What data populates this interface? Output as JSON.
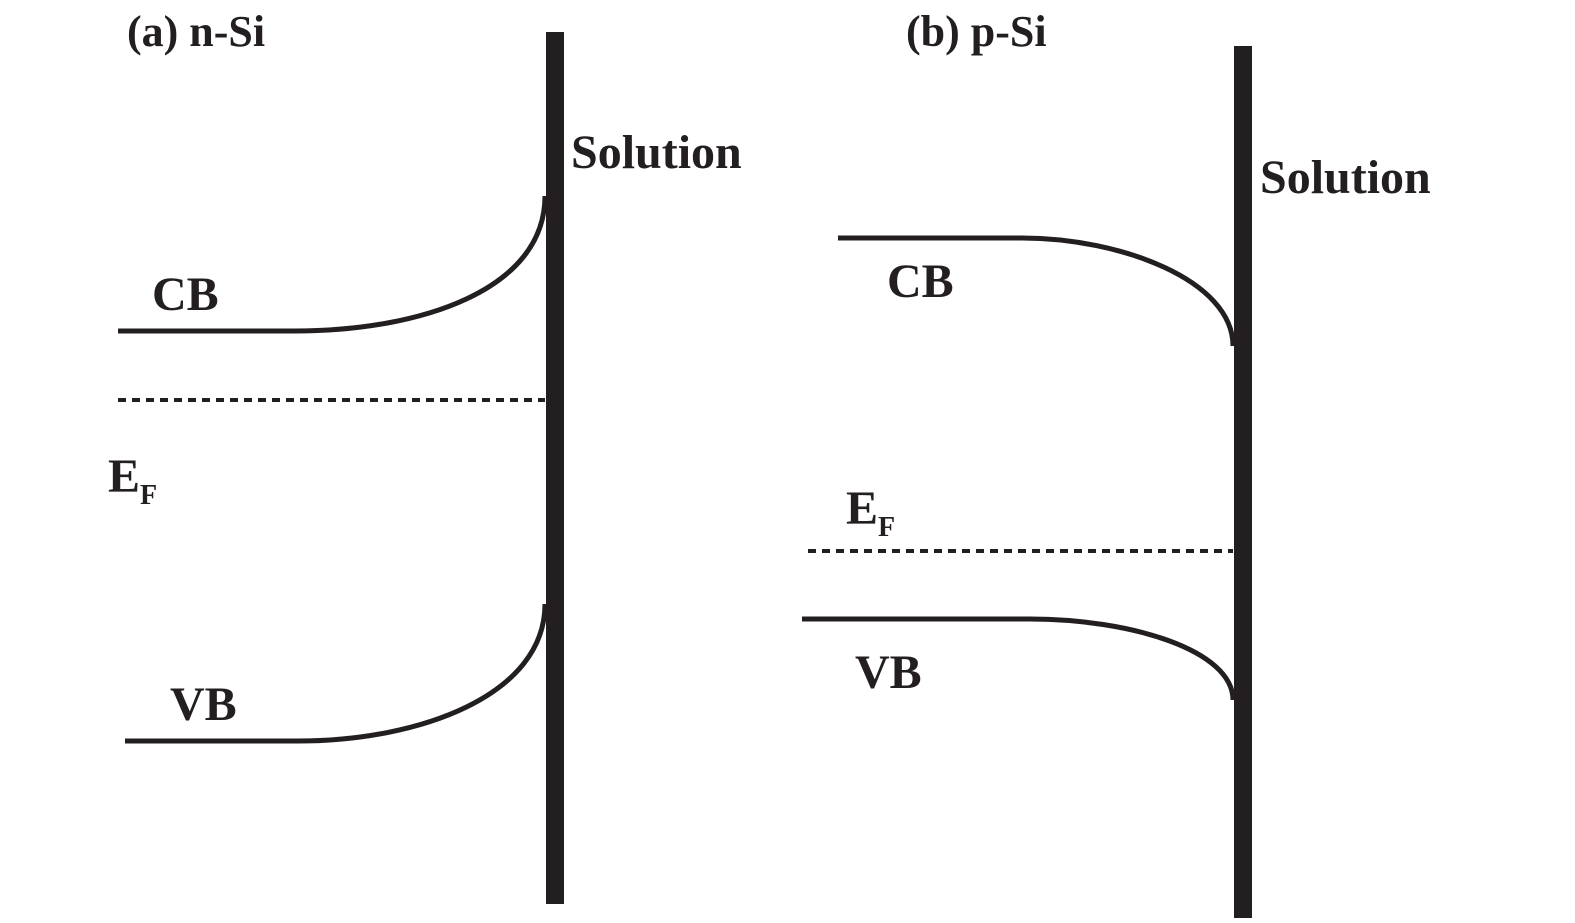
{
  "panel_a": {
    "title": "(a) n-Si",
    "solution_label": "Solution",
    "cb_label": "CB",
    "vb_label": "VB",
    "fermi_main": "E",
    "fermi_sub": "F"
  },
  "panel_b": {
    "title": "(b) p-Si",
    "solution_label": "Solution",
    "cb_label": "CB",
    "vb_label": "VB",
    "fermi_main": "E",
    "fermi_sub": "F"
  },
  "colors": {
    "ink": "#231f20",
    "background": "#ffffff"
  }
}
